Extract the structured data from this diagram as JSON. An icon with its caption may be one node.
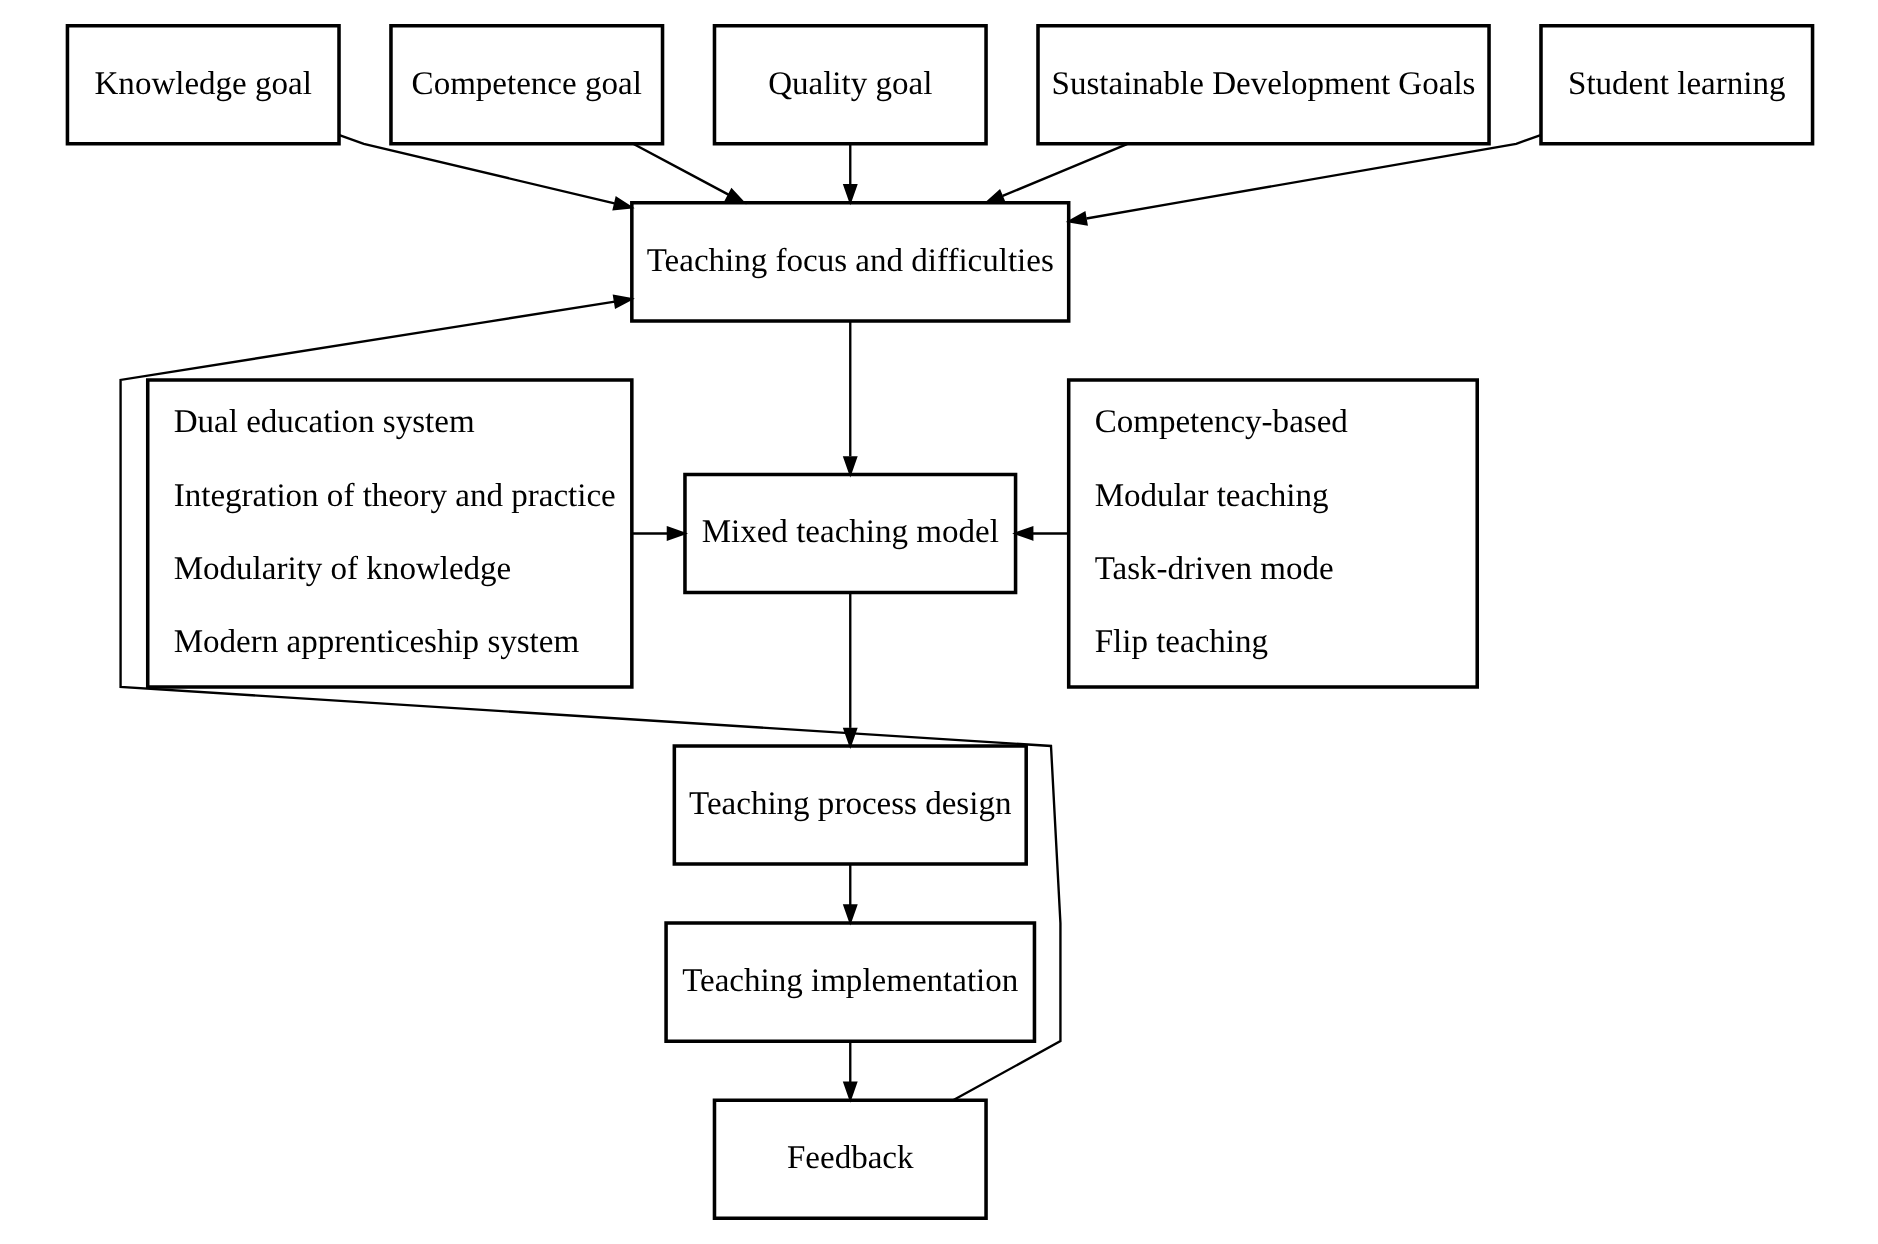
{
  "diagram": {
    "nodes": [
      {
        "text": [
          "Knowledge goal"
        ]
      },
      {
        "text": [
          "Competence goal"
        ]
      },
      {
        "text": [
          "Quality goal"
        ]
      },
      {
        "text": [
          "Sustainable Development Goals"
        ]
      },
      {
        "text": [
          "Student learning"
        ]
      },
      {
        "text": [
          "Teaching focus and difficulties"
        ]
      },
      {
        "text": [
          "Dual education system",
          "Integration of theory and practice",
          "Modularity of knowledge",
          "Modern apprenticeship system"
        ]
      },
      {
        "text": [
          "Mixed teaching model"
        ]
      },
      {
        "text": [
          "Competency-based",
          "Modular teaching",
          "Task-driven mode",
          "Flip teaching"
        ]
      },
      {
        "text": [
          "Teaching process design"
        ]
      },
      {
        "text": [
          "Teaching implementation"
        ]
      },
      {
        "text": [
          "Feedback"
        ]
      }
    ],
    "edges": [
      {
        "from": 0,
        "to": 5,
        "arrow": "to"
      },
      {
        "from": 1,
        "to": 5,
        "arrow": "to"
      },
      {
        "from": 2,
        "to": 5,
        "arrow": "to"
      },
      {
        "from": 3,
        "to": 5,
        "arrow": "to"
      },
      {
        "from": 4,
        "to": 5,
        "arrow": "to"
      },
      {
        "from": 5,
        "to": 7,
        "arrow": "to"
      },
      {
        "from": 6,
        "to": 7,
        "arrow": "to"
      },
      {
        "from": 8,
        "to": 7,
        "arrow": "to"
      },
      {
        "from": 7,
        "to": 9,
        "arrow": "to"
      },
      {
        "from": 9,
        "to": 10,
        "arrow": "to"
      },
      {
        "from": 10,
        "to": 11,
        "arrow": "to"
      },
      {
        "from": 11,
        "to": 5,
        "arrow": "to"
      }
    ]
  }
}
